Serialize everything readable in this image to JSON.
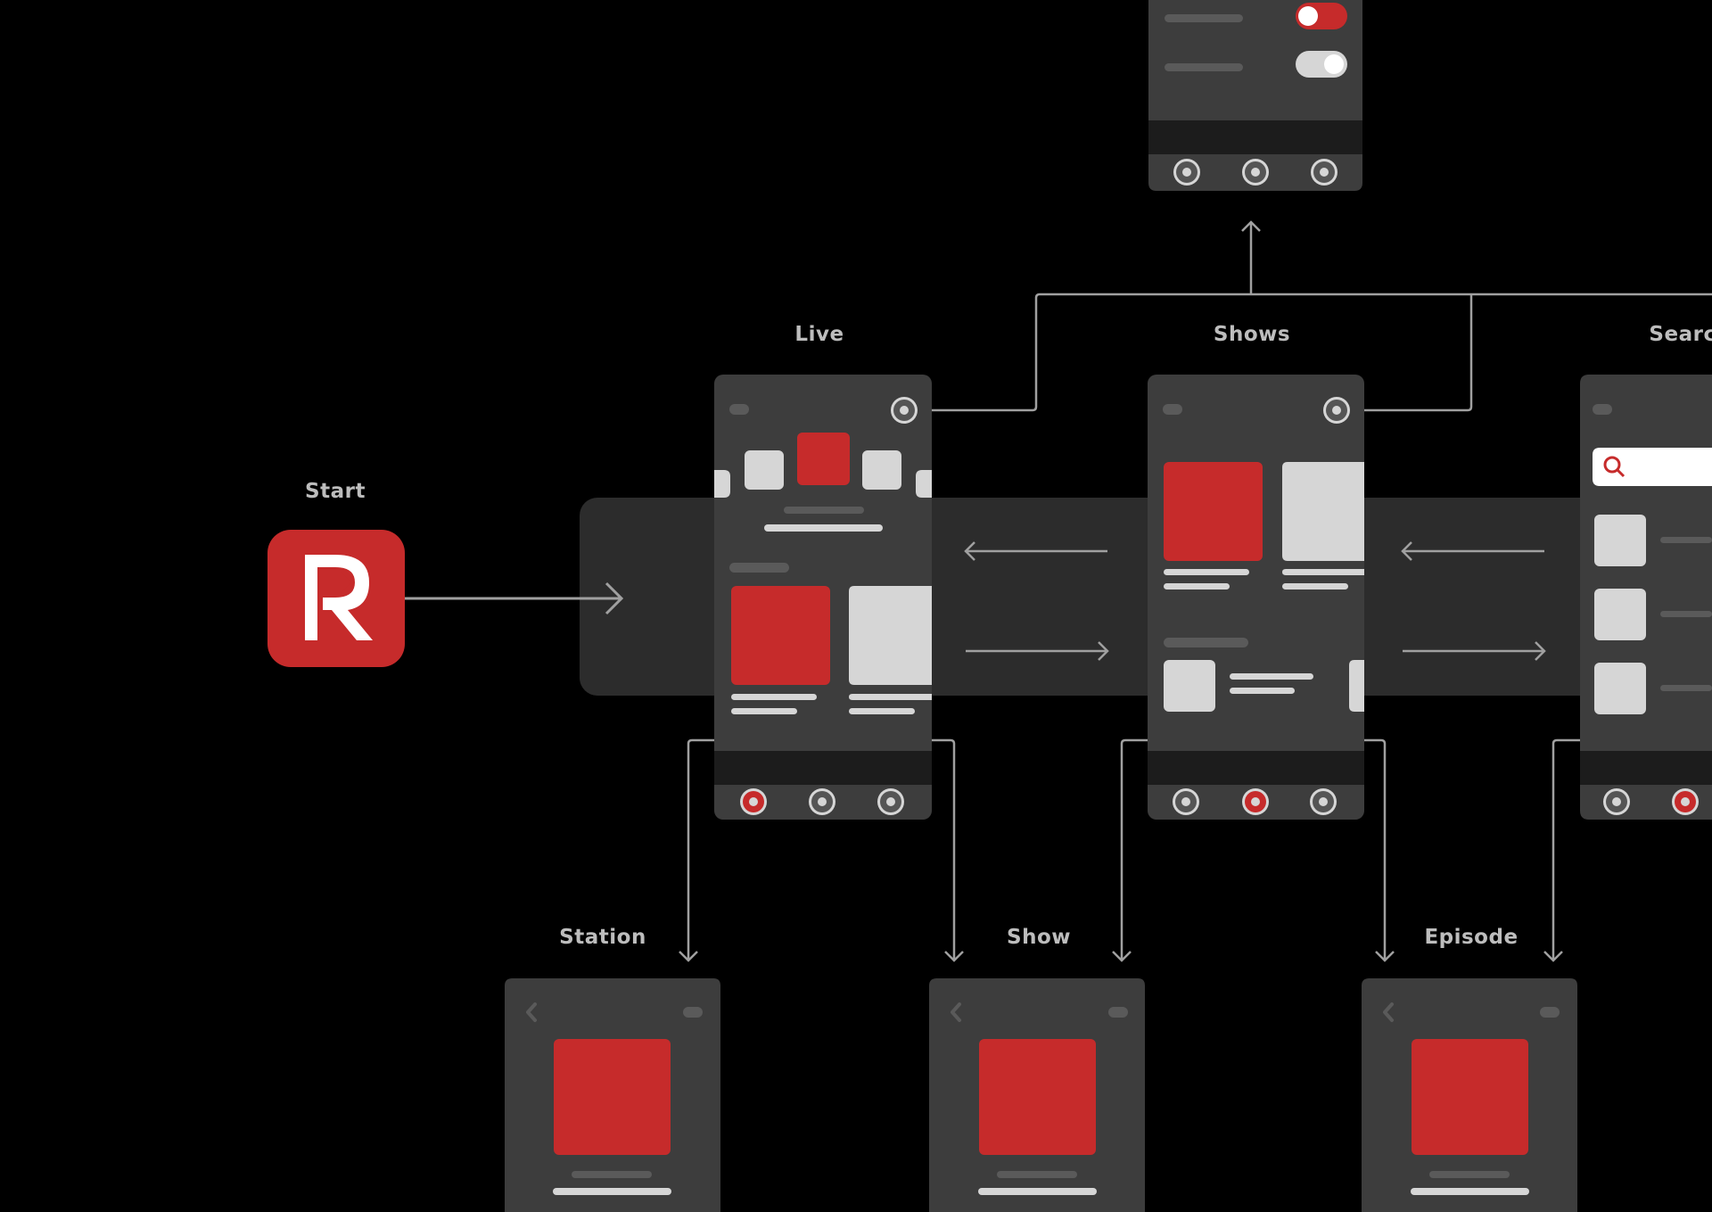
{
  "labels": {
    "start": "Start",
    "live": "Live",
    "shows": "Shows",
    "search": "Searc",
    "station": "Station",
    "show": "Show",
    "episode": "Episode"
  },
  "colors": {
    "background": "#000000",
    "screen": "#3d3d3d",
    "screen_dark": "#1c1c1c",
    "band": "#2c2c2c",
    "placeholder": "#d6d6d6",
    "accent_red": "#c62b2b",
    "line": "#a0a0a0"
  },
  "icons": {
    "logo": "r-radio-logo-icon",
    "search": "search-icon",
    "nav": "radio-button-icon",
    "back": "chevron-left-icon"
  }
}
